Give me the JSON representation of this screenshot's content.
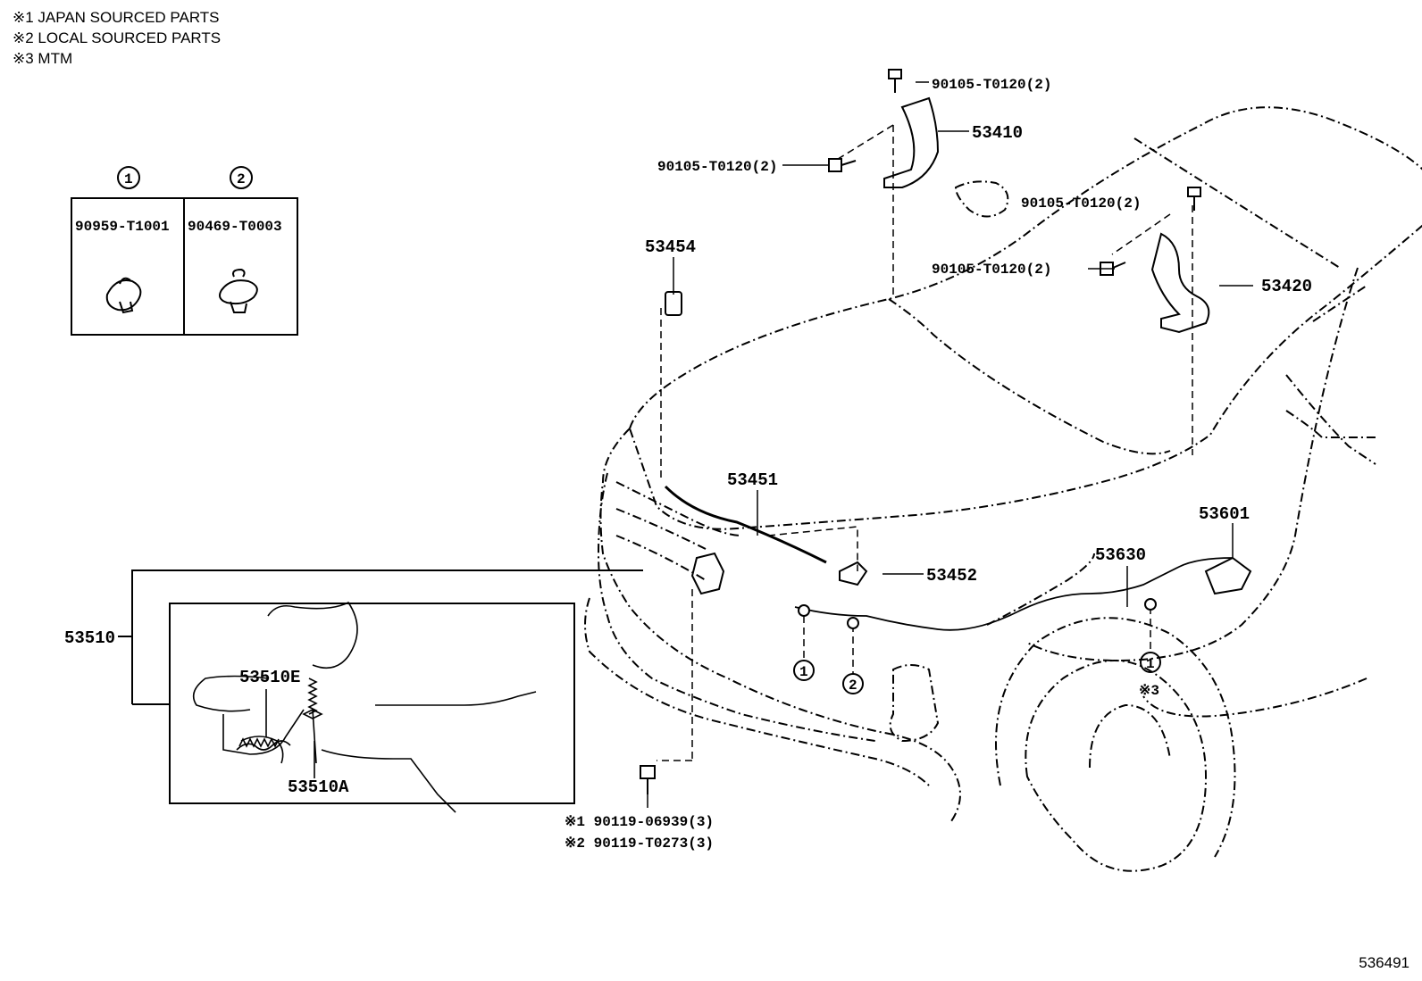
{
  "notes": [
    "※1 JAPAN SOURCED PARTS",
    "※2 LOCAL SOURCED PARTS",
    "※3 MTM"
  ],
  "legend": {
    "col1": {
      "marker": "1",
      "part": "90959-T1001"
    },
    "col2": {
      "marker": "2",
      "part": "90469-T0003"
    }
  },
  "parts": {
    "p90105_a": "90105-T0120(2)",
    "p90105_b": "90105-T0120(2)",
    "p90105_c": "90105-T0120(2)",
    "p90105_d": "90105-T0120(2)",
    "p53410": "53410",
    "p53420": "53420",
    "p53454": "53454",
    "p53451": "53451",
    "p53452": "53452",
    "p53630": "53630",
    "p53601": "53601",
    "p53510": "53510",
    "p53510E": "53510E",
    "p53510A": "53510A",
    "p90119_1": "※1 90119-06939(3)",
    "p90119_2": "※2 90119-T0273(3)",
    "mtm_mark": "※3"
  },
  "callouts": [
    "1",
    "2",
    "1"
  ],
  "reference": "536491"
}
